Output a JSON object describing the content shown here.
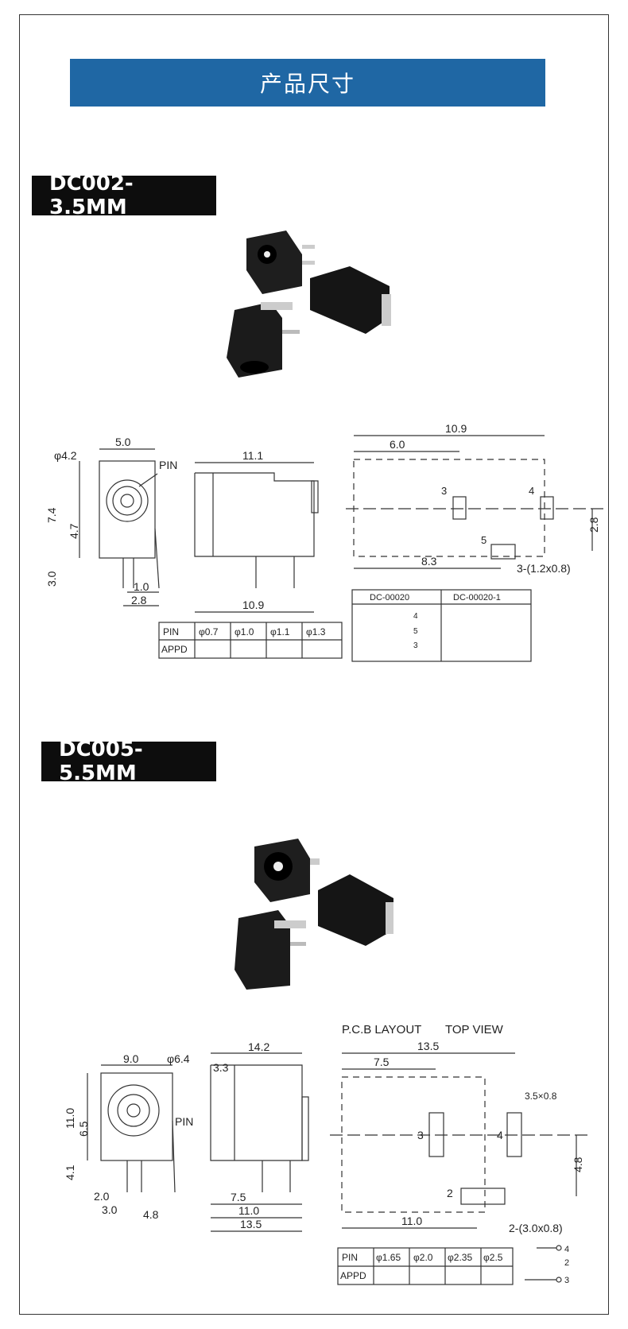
{
  "banner_title": "产品尺寸",
  "section1": {
    "model": "DC002-3.5MM",
    "front_view": {
      "dia": "φ4.2",
      "width": "5.0",
      "pin_label": "PIN",
      "h1": "7.4",
      "h2": "4.7",
      "h3": "3.0",
      "b1": "1.0",
      "b2": "2.8"
    },
    "side_view": {
      "top": "11.1",
      "bottom": "10.9"
    },
    "pcb_layout": {
      "overall": "10.9",
      "offset": "6.0",
      "p3": "3",
      "p4": "4",
      "p5": "5",
      "gap": "8.3",
      "height": "2.8",
      "pad_note": "3-(1.2x0.8)"
    },
    "schematic": {
      "col1": "DC-00020",
      "col2": "DC-00020-1",
      "n4": "4",
      "n5": "5",
      "n3": "3"
    },
    "pin_table": {
      "headers": [
        "PIN",
        "φ0.7",
        "φ1.0",
        "φ1.1",
        "φ1.3"
      ],
      "row2": "APPD"
    }
  },
  "section2": {
    "model": "DC005-5.5MM",
    "pcb_heading": "P.C.B LAYOUT",
    "top_heading": "TOP VIEW",
    "front_view": {
      "width": "9.0",
      "dia": "φ6.4",
      "h1": "11.0",
      "h2": "6.5",
      "pin_label": "PIN",
      "h3": "4.1",
      "b1": "2.0",
      "b2": "3.0",
      "b3": "4.8"
    },
    "side_view": {
      "small": "3.3",
      "top": "14.2",
      "b1": "7.5",
      "b2": "11.0",
      "b3": "13.5"
    },
    "pcb_layout": {
      "overall": "13.5",
      "offset": "7.5",
      "pad_size": "3.5×0.8",
      "p3": "3",
      "p4": "4",
      "height": "4.8",
      "p2": "2",
      "gap": "11.0",
      "pad_note": "2-(3.0x0.8)"
    },
    "schematic": {
      "n4": "4",
      "n2": "2",
      "n3": "3"
    },
    "pin_table": {
      "headers": [
        "PIN",
        "φ1.65",
        "φ2.0",
        "φ2.35",
        "φ2.5"
      ],
      "row2": "APPD"
    }
  },
  "colors": {
    "banner": "#1f67a4",
    "tag": "#0d0d0d",
    "line": "#333333"
  }
}
